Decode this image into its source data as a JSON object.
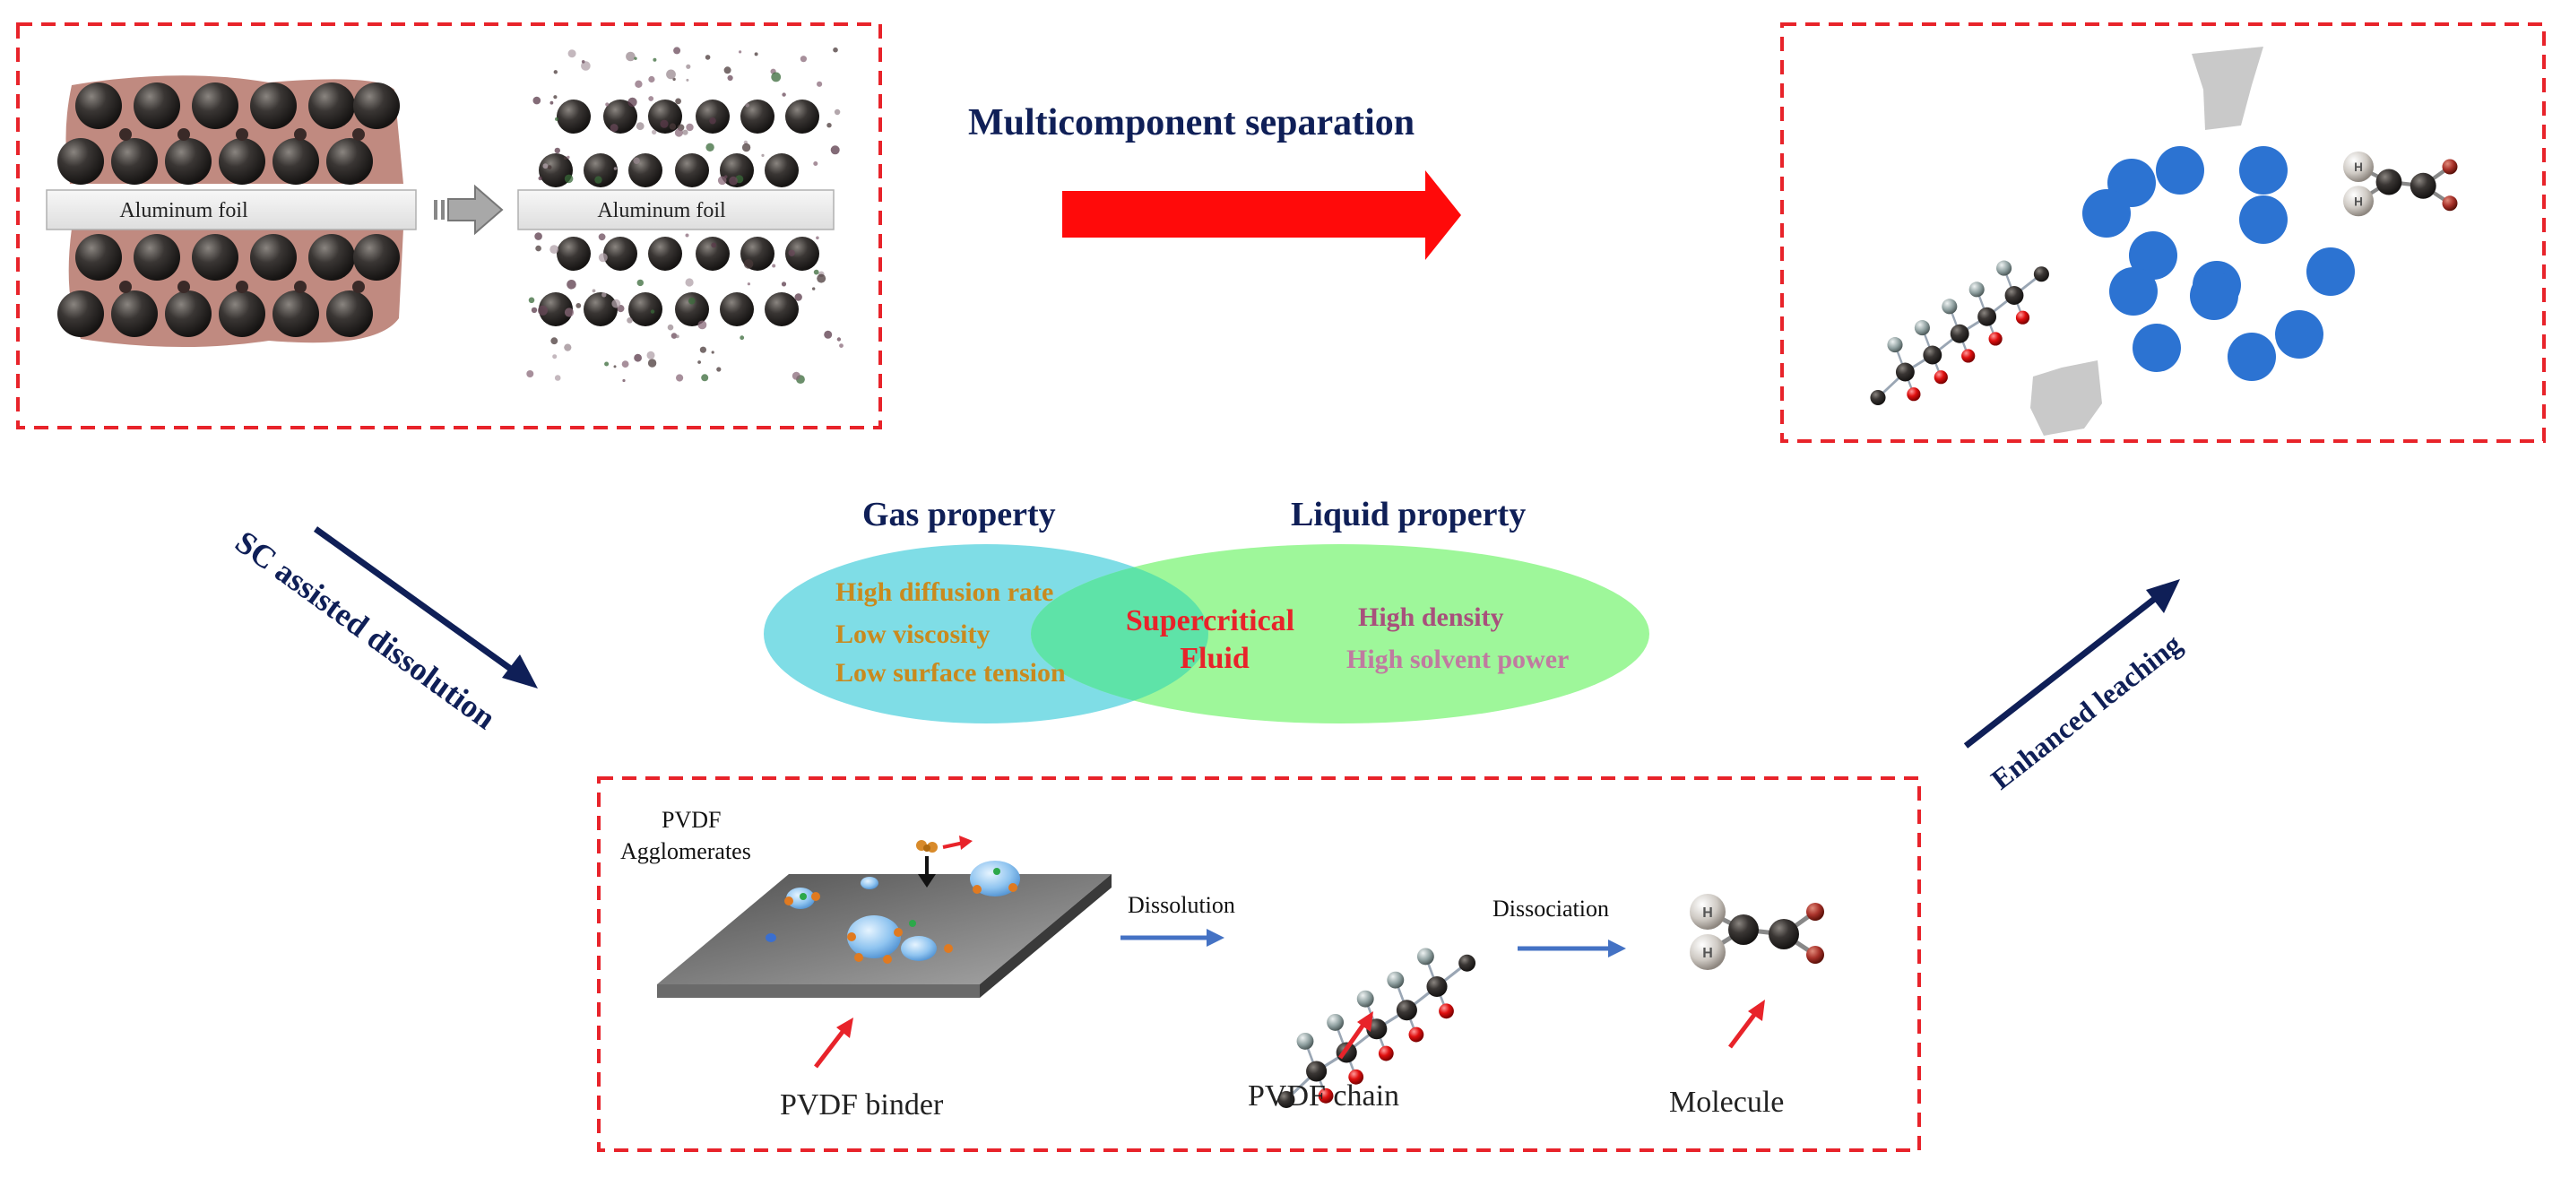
{
  "top_left_panel": {
    "left_foil_label": "Aluminum foil",
    "right_foil_label": "Aluminum foil"
  },
  "separation": {
    "label": "Multicomponent separation"
  },
  "venn": {
    "gas_title": "Gas property",
    "liquid_title": "Liquid property",
    "gas_items": [
      "High diffusion rate",
      "Low viscosity",
      "Low surface tension"
    ],
    "center_line1": "Supercritical",
    "center_line2": "Fluid",
    "liquid_items": [
      "High density",
      "High solvent power"
    ]
  },
  "left_arrow_label": "SC assisted dissolution",
  "right_arrow_label": "Enhanced leaching",
  "bottom_panel": {
    "agglomerates_line1": "PVDF",
    "agglomerates_line2": "Agglomerates",
    "dissolution_label": "Dissolution",
    "dissociation_label": "Dissociation",
    "binder_label": "PVDF binder",
    "chain_label": "PVDF chain",
    "molecule_label": "Molecule",
    "molecule_h_label": "H"
  },
  "colors": {
    "panel_border": "#e8232a",
    "title_navy": "#0f1f57",
    "big_arrow_red": "#ff0a0a",
    "gas_ellipse": "#7fdde6",
    "liquid_ellipse": "#9ef79a",
    "overlap": "#5ee3a8",
    "gas_text": "#c98a1e",
    "liquid_text": "#a8507c",
    "center_text": "#e8232a",
    "small_arrow_blue": "#4472c4",
    "particle_blue": "#2c73d2"
  }
}
